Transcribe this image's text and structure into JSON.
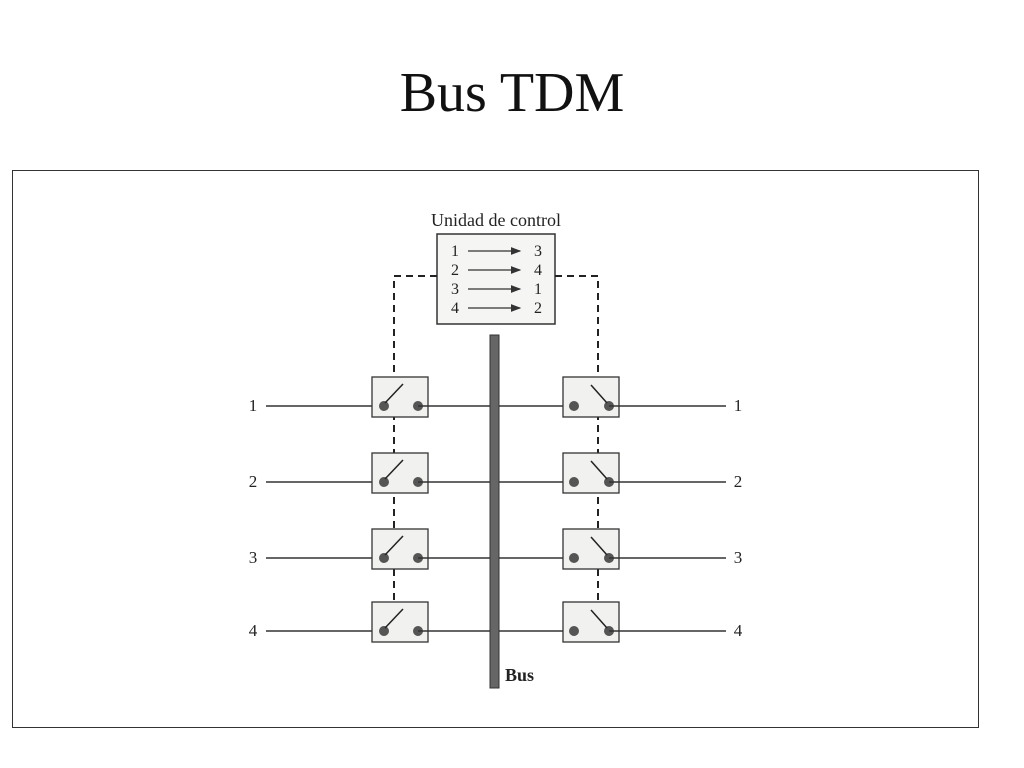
{
  "title": "Bus TDM",
  "diagram": {
    "control_unit": {
      "label": "Unidad de control",
      "mappings": [
        {
          "from": "1",
          "to": "3"
        },
        {
          "from": "2",
          "to": "4"
        },
        {
          "from": "3",
          "to": "1"
        },
        {
          "from": "4",
          "to": "2"
        }
      ]
    },
    "input_lines": [
      "1",
      "2",
      "3",
      "4"
    ],
    "output_lines": [
      "1",
      "2",
      "3",
      "4"
    ],
    "bus_label": "Bus"
  }
}
